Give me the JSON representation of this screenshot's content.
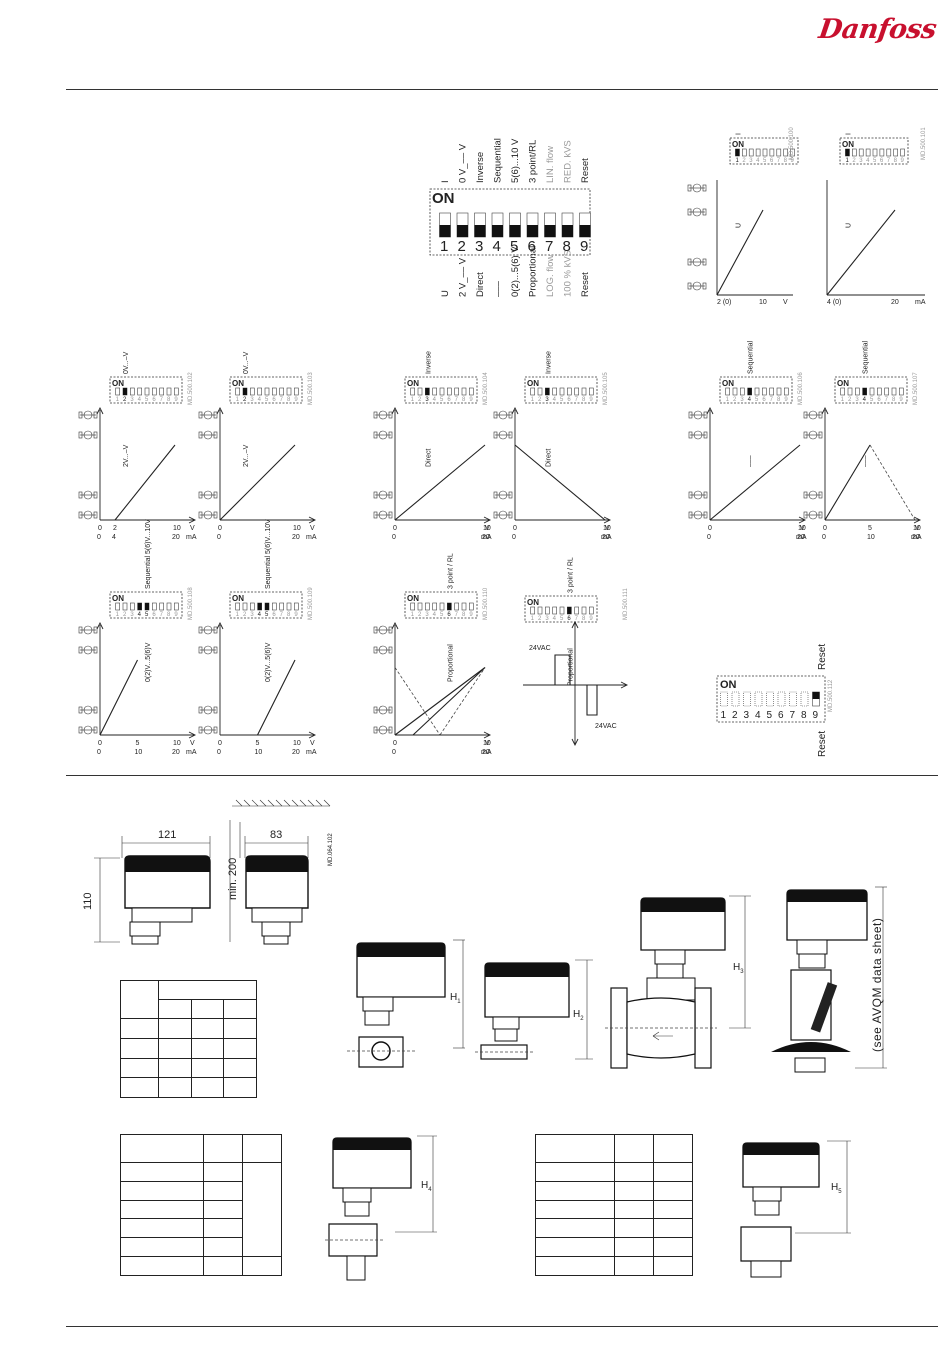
{
  "brand": "Danfoss",
  "dip_main": {
    "on_label": "ON",
    "numbers": [
      "1",
      "2",
      "3",
      "4",
      "5",
      "6",
      "7",
      "8",
      "9"
    ],
    "top_labels": [
      "I",
      "0 V_–– V",
      "Inverse",
      "Sequential",
      "5(6)...10 V",
      "3 point/RL",
      "LIN. flow",
      "RED. kVS",
      "Reset"
    ],
    "bottom_labels": [
      "U",
      "2 V_–– V",
      "Direct",
      "–––",
      "0(2)...5(6) V",
      "Proportional",
      "LOG. flow",
      "100 % kVS",
      "Reset"
    ]
  },
  "graphs": {
    "tr1": {
      "sw_top": "I",
      "sw_bottom": "U",
      "code": "MD.500.100",
      "x_labels": [
        "2 (0)",
        "10",
        "V"
      ]
    },
    "tr2": {
      "sw_top": "I",
      "sw_bottom": "U",
      "code": "MD.500.101",
      "x_labels": [
        "4 (0)",
        "20",
        "mA"
      ]
    },
    "r2a": {
      "sw_top": "0V...–V",
      "sw_bottom": "2V...–V",
      "code": "MD.500.102",
      "x_v": [
        "0",
        "2",
        "10",
        "V"
      ],
      "x_ma": [
        "0",
        "4",
        "20",
        "mA"
      ]
    },
    "r2b": {
      "sw_top": "0V...–V",
      "sw_bottom": "2V...–V",
      "code": "MD.500.103",
      "x_v": [
        "0",
        "10",
        "V"
      ],
      "x_ma": [
        "0",
        "20",
        "mA"
      ]
    },
    "r2c": {
      "sw_top": "Inverse",
      "sw_bottom": "Direct",
      "code": "MD.500.104",
      "x_v": [
        "0",
        "10",
        "V"
      ],
      "x_ma": [
        "0",
        "20",
        "mA"
      ]
    },
    "r2d": {
      "sw_top": "Inverse",
      "sw_bottom": "Direct",
      "code": "MD.500.105",
      "x_v": [
        "0",
        "10",
        "V"
      ],
      "x_ma": [
        "0",
        "20",
        "mA"
      ]
    },
    "r2e": {
      "sw_top": "Sequential",
      "sw_bottom": "–––",
      "code": "MD.500.106",
      "x_v": [
        "0",
        "10",
        "V"
      ],
      "x_ma": [
        "0",
        "20",
        "mA"
      ]
    },
    "r2f": {
      "sw_top": "Sequential",
      "sw_bottom": "–––",
      "code": "MD.500.107",
      "x_v": [
        "0",
        "5",
        "10",
        "V"
      ],
      "x_ma": [
        "0",
        "10",
        "20",
        "mA"
      ]
    },
    "r3a": {
      "sw_top": "Sequential 5(6)V...10V",
      "sw_bottom": "0(2)V...5(6)V",
      "code": "MD.500.108",
      "x_v": [
        "0",
        "5",
        "10",
        "V"
      ],
      "x_ma": [
        "0",
        "10",
        "20",
        "mA"
      ]
    },
    "r3b": {
      "sw_top": "Sequential 5(6)V...10V",
      "sw_bottom": "0(2)V...5(6)V",
      "code": "MD.500.109",
      "x_v": [
        "0",
        "5",
        "10",
        "V"
      ],
      "x_ma": [
        "0",
        "10",
        "20",
        "mA"
      ]
    },
    "r3c": {
      "sw_top": "3 point / RL",
      "sw_bottom": "Proportional",
      "code": "MD.500.110",
      "x_v": [
        "0",
        "10",
        "V"
      ],
      "x_ma": [
        "0",
        "20",
        "mA"
      ]
    },
    "r3d": {
      "sw_top": "3 point / RL",
      "sw_bottom": "Proportional",
      "code": "MD.500.111",
      "vac_top": "24VAC",
      "vac_bottom": "24VAC"
    }
  },
  "reset": {
    "top": "Reset",
    "bottom": "Reset",
    "on_label": "ON",
    "code": "MD.500.112"
  },
  "dimensions": {
    "w1": "121",
    "w2": "83",
    "h": "110",
    "min": "min. 200",
    "code": "MD.064.102"
  },
  "valves": {
    "h1": "H",
    "h1_sub": "1",
    "h2": "H",
    "h2_sub": "2",
    "h3": "H",
    "h3_sub": "3",
    "h4": "H",
    "h4_sub": "4",
    "h5": "H",
    "h5_sub": "5",
    "avqm_note": "(see AVQM data sheet)"
  }
}
